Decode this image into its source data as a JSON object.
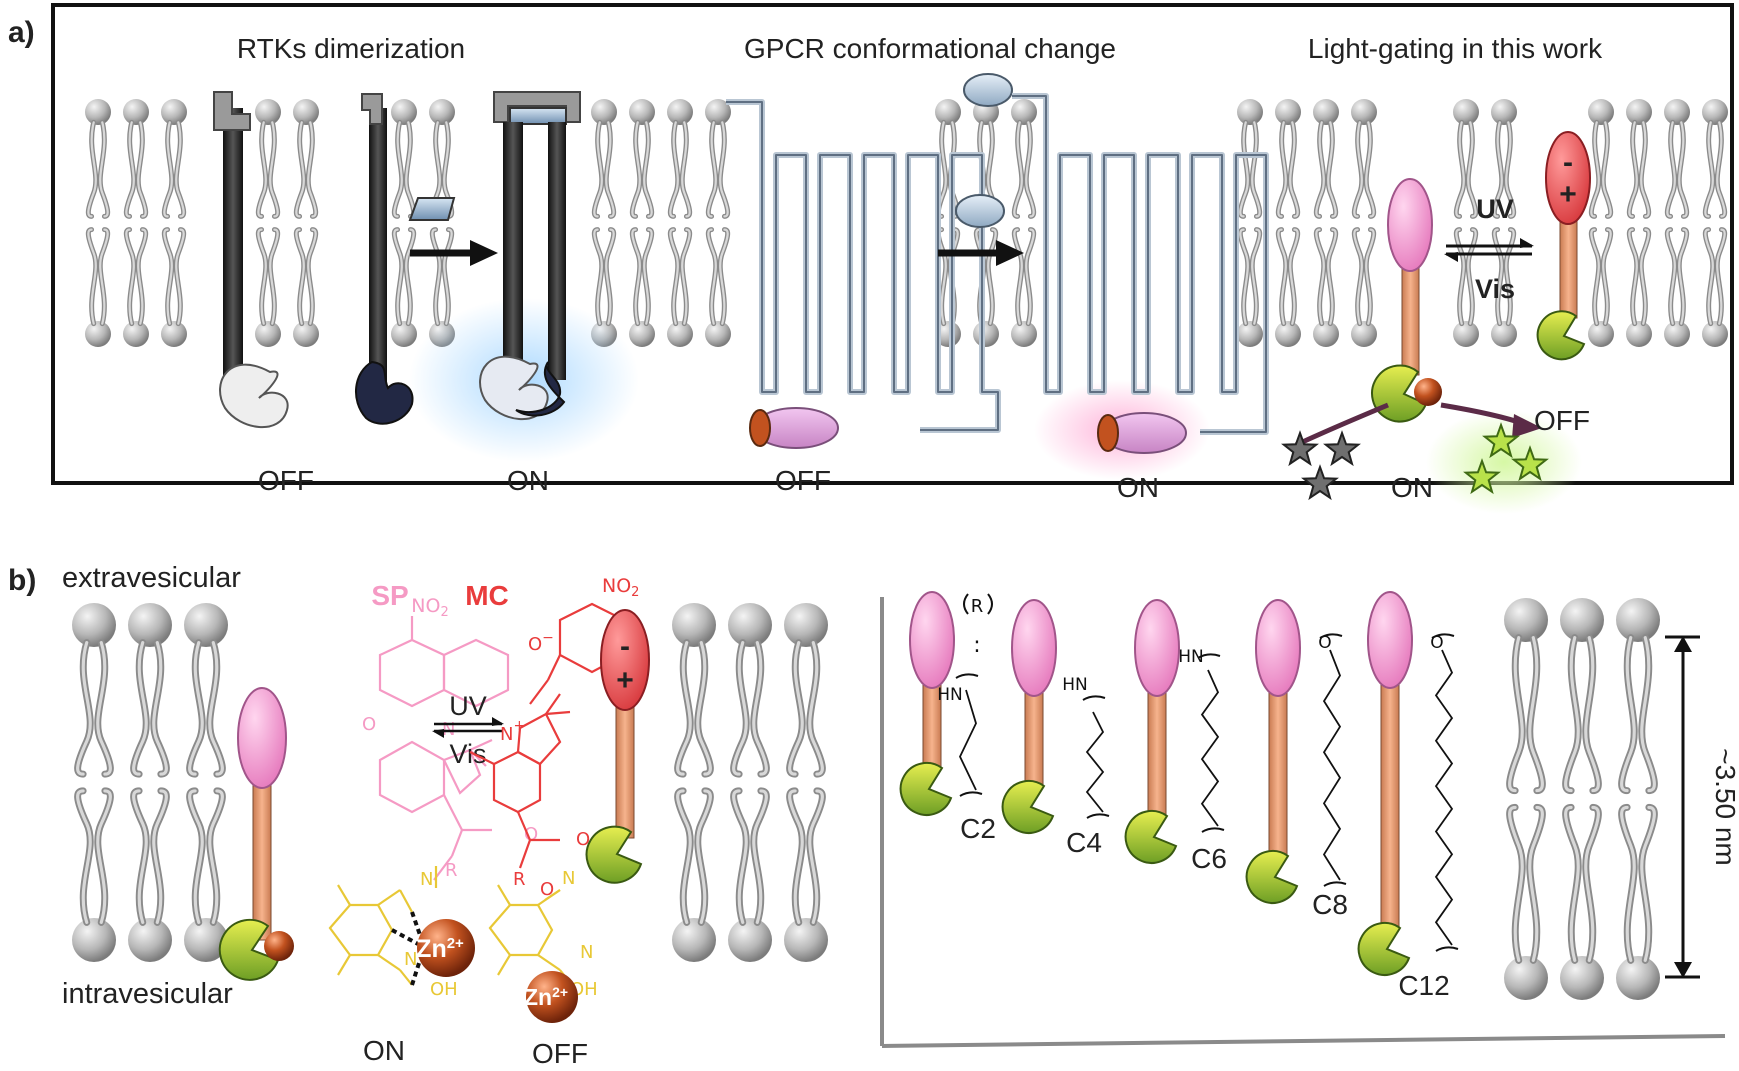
{
  "panel_a": {
    "label": "a)",
    "titles": {
      "rtk": "RTKs dimerization",
      "gpcr": "GPCR conformational change",
      "light": "Light-gating in this work"
    },
    "states": {
      "rtk_off": "OFF",
      "rtk_on": "ON",
      "gpcr_off": "OFF",
      "gpcr_on": "ON",
      "light_on": "ON",
      "light_off": "OFF"
    },
    "switch": {
      "uv": "UV",
      "vis": "Vis"
    },
    "charges": {
      "minus": "-",
      "plus": "+"
    }
  },
  "panel_b": {
    "label": "b)",
    "extravesicular": "extravesicular",
    "intravesicular": "intravesicular",
    "sp": "SP",
    "mc": "MC",
    "uv": "UV",
    "vis": "Vis",
    "no2": "NO",
    "no2_sub": "2",
    "zn": "Zn",
    "zn_sup": "2+",
    "chem": {
      "N": "N",
      "O": "O",
      "OH": "OH",
      "R": "R",
      "HN": "HN",
      "plus": "+",
      "minus": "−"
    },
    "state_on": "ON",
    "state_off": "OFF",
    "linkers": [
      "C2",
      "C4",
      "C6",
      "C8",
      "C12"
    ],
    "thickness": "~3.50 nm"
  },
  "colors": {
    "pink": "#f08fc8",
    "orange": "#f2a07a",
    "green": "#9ccc3a",
    "yellow": "#f0d84a",
    "red": "#e8474c",
    "sp_pink": "#f59ac4",
    "mc_red": "#e93c3c",
    "zn": "#b8461a"
  }
}
